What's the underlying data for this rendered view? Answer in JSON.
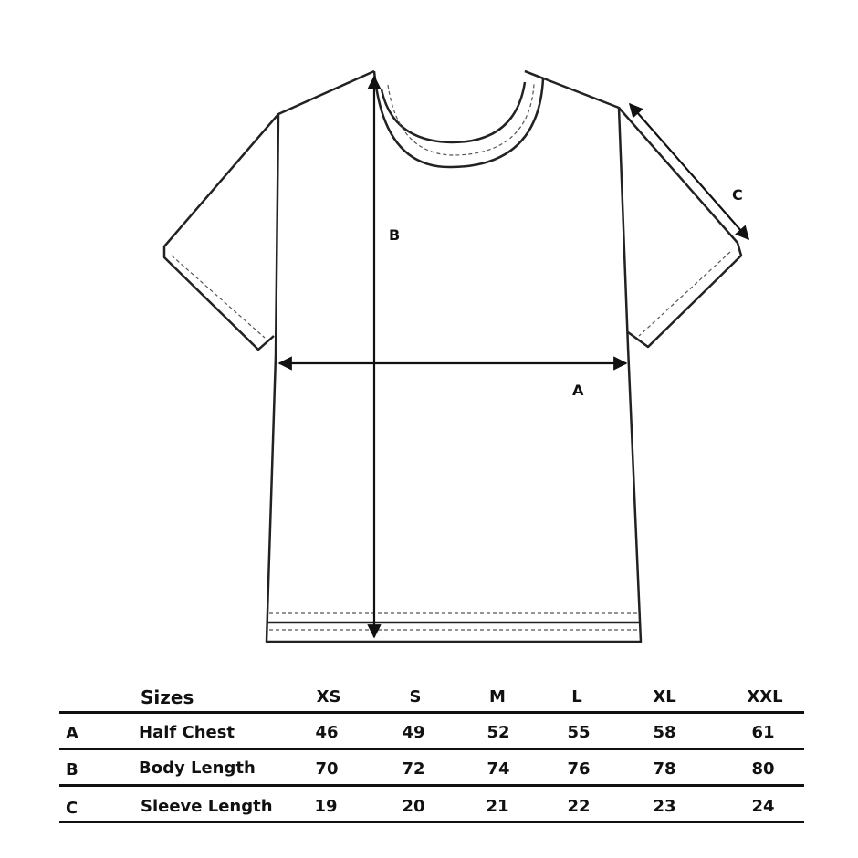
{
  "diagram": {
    "labels": {
      "a": "A",
      "b": "B",
      "c": "C"
    },
    "line_color": "#222222"
  },
  "table": {
    "header": {
      "label": "Sizes",
      "sizes": [
        "XS",
        "S",
        "M",
        "L",
        "XL",
        "XXL"
      ]
    },
    "rows": [
      {
        "key": "A",
        "label": "Half Chest",
        "values": [
          "46",
          "49",
          "52",
          "55",
          "58",
          "61"
        ]
      },
      {
        "key": "B",
        "label": "Body Length",
        "values": [
          "70",
          "72",
          "74",
          "76",
          "78",
          "80"
        ]
      },
      {
        "key": "C",
        "label": "Sleeve Length",
        "values": [
          "19",
          "20",
          "21",
          "22",
          "23",
          "24"
        ]
      }
    ]
  }
}
